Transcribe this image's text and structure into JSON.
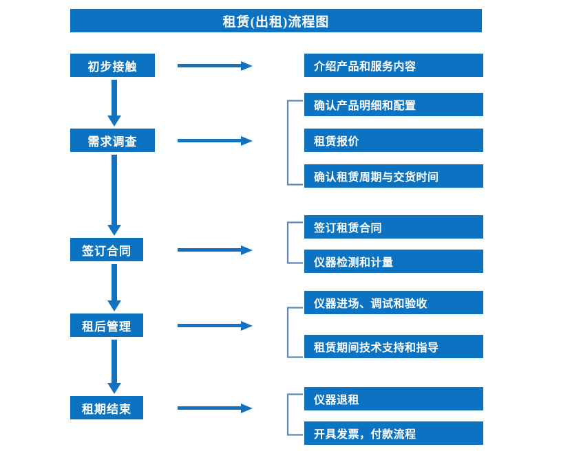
{
  "title": {
    "text": "租赁(出租)流程图"
  },
  "colors": {
    "box_blue": "#0C73C2",
    "arrow_blue": "#1272C0",
    "bracket_blue": "#5B86B5",
    "text_white": "#FFFFFF",
    "background": "#FFFFFF"
  },
  "stages": [
    {
      "id": "stage-1",
      "label": "初步接触"
    },
    {
      "id": "stage-2",
      "label": "需求调查"
    },
    {
      "id": "stage-3",
      "label": "签订合同"
    },
    {
      "id": "stage-4",
      "label": "租后管理"
    },
    {
      "id": "stage-5",
      "label": "租期结束"
    }
  ],
  "groups": [
    {
      "id": "group-1",
      "stage": "初步接触",
      "has_bracket": false,
      "details": [
        {
          "label": "介绍产品和服务内容"
        }
      ]
    },
    {
      "id": "group-2",
      "stage": "需求调查",
      "has_bracket": true,
      "details": [
        {
          "label": "确认产品明细和配置"
        },
        {
          "label": "租赁报价"
        },
        {
          "label": "确认租赁周期与交货时间"
        }
      ]
    },
    {
      "id": "group-3",
      "stage": "签订合同",
      "has_bracket": true,
      "details": [
        {
          "label": "签订租赁合同"
        },
        {
          "label": "仪器检测和计量"
        }
      ]
    },
    {
      "id": "group-4",
      "stage": "租后管理",
      "has_bracket": true,
      "details": [
        {
          "label": "仪器进场、调试和验收"
        },
        {
          "label": "租赁期间技术支持和指导"
        }
      ]
    },
    {
      "id": "group-5",
      "stage": "租期结束",
      "has_bracket": true,
      "details": [
        {
          "label": "仪器退租"
        },
        {
          "label": "开具发票，付款流程"
        }
      ]
    }
  ],
  "connectors": {
    "horizontal_arrow_name": "arrow-right-icon",
    "vertical_arrow_name": "arrow-down-icon",
    "bracket_name": "group-bracket-icon",
    "count_horizontal": 5,
    "count_vertical": 4,
    "count_brackets": 4
  }
}
